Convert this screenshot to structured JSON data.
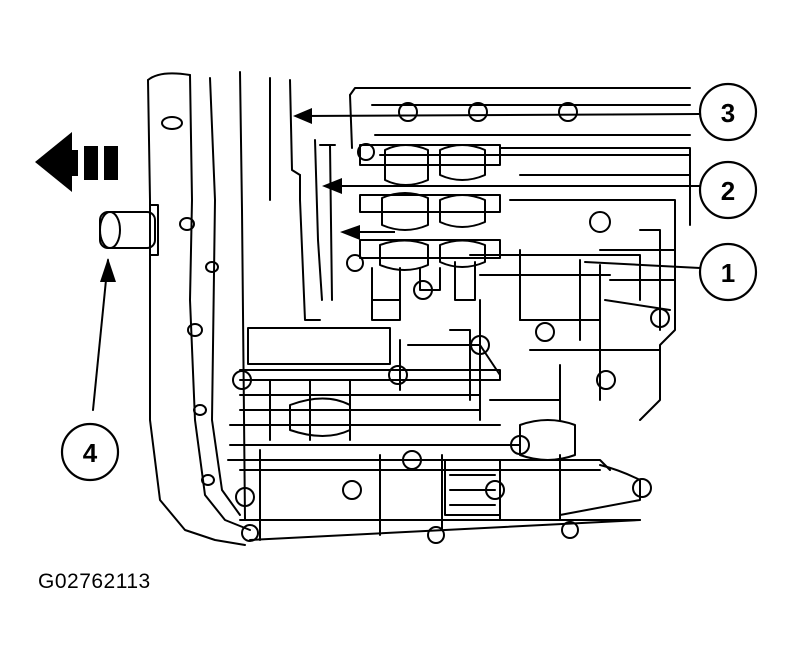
{
  "figure": {
    "id": "G02762113",
    "callouts": [
      {
        "label": "1"
      },
      {
        "label": "2"
      },
      {
        "label": "3"
      },
      {
        "label": "4"
      }
    ]
  },
  "colors": {
    "ink": "#000000",
    "paper": "#ffffff"
  },
  "icons": {
    "direction": "arrow-left-icon"
  }
}
